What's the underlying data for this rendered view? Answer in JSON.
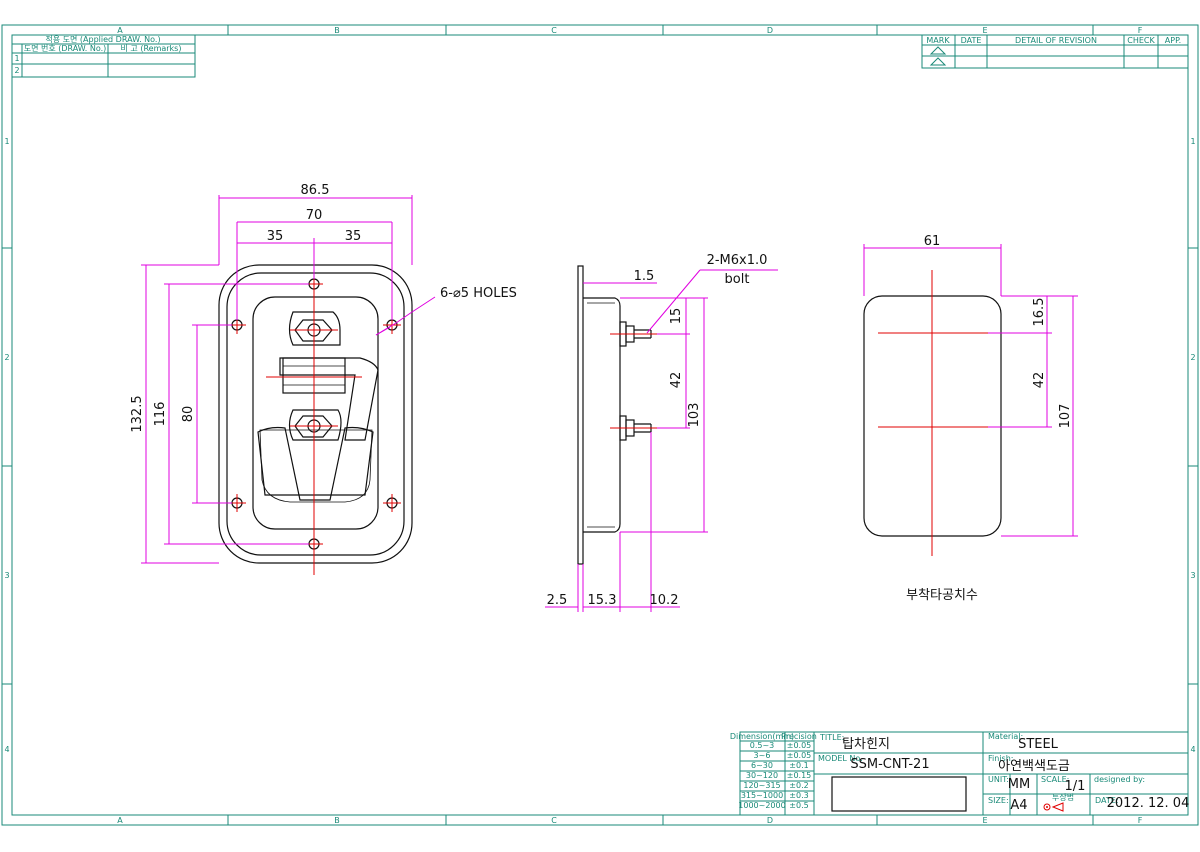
{
  "frame": {
    "zone_cols": [
      "A",
      "B",
      "C",
      "D",
      "E",
      "F"
    ],
    "zone_rows": [
      "1",
      "2",
      "3",
      "4"
    ]
  },
  "applied_table": {
    "title": "적용 도면 (Applied DRAW. No.)",
    "col_draw": "도면 번호 (DRAW. No.)",
    "col_remarks": "비 고 (Remarks)",
    "rows": [
      "1",
      "2"
    ]
  },
  "revision_table": {
    "mark": "MARK",
    "date": "DATE",
    "detail": "DETAIL OF REVISION",
    "check": "CHECK",
    "app": "APP."
  },
  "front_view": {
    "dims": {
      "overall_width": "86.5",
      "hole_span": "70",
      "half_left": "35",
      "half_right": "35",
      "overall_height": "132.5",
      "height_116": "116",
      "height_80": "80"
    },
    "holes_note": "6-⌀5 HOLES"
  },
  "side_view": {
    "dims": {
      "bolt_label_1": "2-M6x1.0",
      "bolt_label_2": "bolt",
      "plate": "1.5",
      "top_offset": "15",
      "bolt_pitch": "42",
      "height": "103",
      "flange": "2.5",
      "depth": "15.3",
      "bolt_len": "10.2"
    }
  },
  "cutout_view": {
    "dims": {
      "width": "61",
      "top": "16.5",
      "pitch": "42",
      "height": "107"
    },
    "label": "부착타공치수"
  },
  "title_block": {
    "tol_header_1": "Dimension(mm)",
    "tol_header_2": "Precision",
    "tolerances": [
      [
        "0.5~3",
        "±0.05"
      ],
      [
        "3~6",
        "±0.05"
      ],
      [
        "6~30",
        "±0.1"
      ],
      [
        "30~120",
        "±0.15"
      ],
      [
        "120~315",
        "±0.2"
      ],
      [
        "315~1000",
        "±0.3"
      ],
      [
        "1000~2000",
        "±0.5"
      ]
    ],
    "title_label": "TITLE:",
    "title": "탑차힌지",
    "model_label": "MODEL No.",
    "model": "SSM-CNT-21",
    "material_label": "Material:",
    "material": "STEEL",
    "finish_label": "Finish:",
    "finish": "아연백색도금",
    "unit_label": "UNIT:",
    "unit": "MM",
    "scale_label": "SCALE:",
    "scale": "1/1",
    "designed_label": "designed by:",
    "size_label": "SIZE:",
    "size": "A4",
    "projection_label": "투상법",
    "date_label": "DATE:",
    "date": "2012. 12. 04"
  }
}
